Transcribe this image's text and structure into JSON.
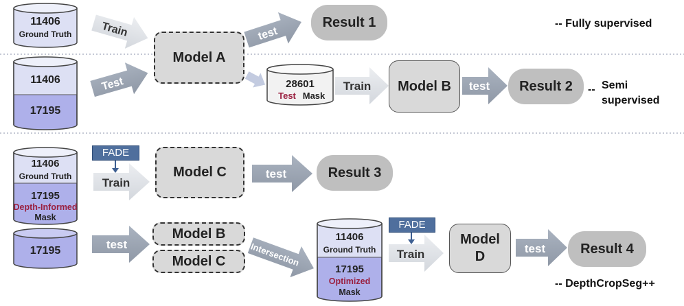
{
  "legend": {
    "fully_supervised": "-- Fully supervised",
    "semi_prefix": "--",
    "semi_line1": "Semi",
    "semi_line2": "supervised",
    "depthcropseg": "-- DepthCropSeg++"
  },
  "datasets": {
    "ground_truth_count": "11406",
    "ground_truth_label": "Ground Truth",
    "unlabeled_count": "17195",
    "test_mask_count": "28601",
    "test_word": "Test",
    "mask_word": "Mask",
    "depth_informed": "Depth-Informed",
    "optimized": "Optimized"
  },
  "models": {
    "a": "Model A",
    "b": "Model B",
    "c": "Model C",
    "d_line1": "Model",
    "d_line2": "D"
  },
  "results": {
    "r1": "Result 1",
    "r2": "Result 2",
    "r3": "Result 3",
    "r4": "Result 4"
  },
  "arrows": {
    "train_cap": "Train",
    "test_cap": "Test",
    "train": "Train",
    "test": "test",
    "intersection": "Intersection"
  },
  "fade": "FADE",
  "colors": {
    "cyl_light": "#dde0f4",
    "cyl_blue": "#aeb0ea",
    "cyl_white": "#f2f2f2",
    "model": "#d9d9d9",
    "result": "#bfbfbf",
    "arrow_dark": "#9ea8b6",
    "arrow_light": "#dcdfe4",
    "arrow_blue": "#c3cbe0",
    "fade_bg": "#4f6f9d",
    "highlight": "#9a2040"
  }
}
